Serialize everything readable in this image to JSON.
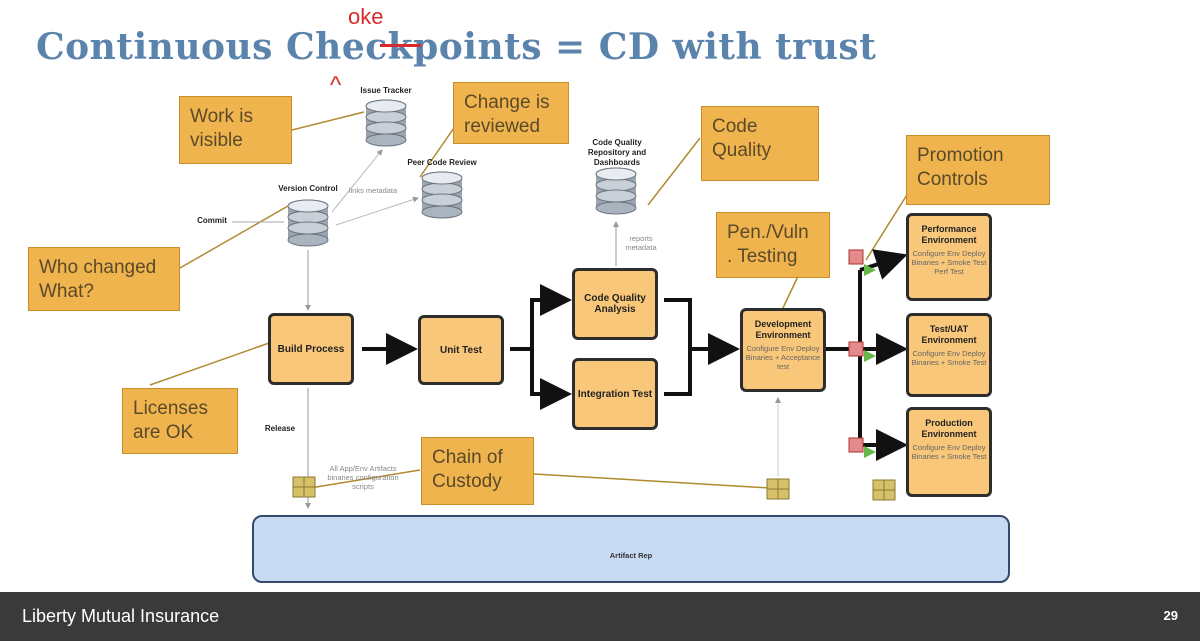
{
  "title": {
    "before": "Continuous Ch",
    "struck": "eck",
    "after": "points = CD with trust",
    "insert": "oke",
    "caret": "^"
  },
  "callouts": {
    "work_visible": "Work is visible",
    "change_reviewed": "Change is reviewed",
    "code_quality": "Code Quality",
    "who_changed": "Who changed What?",
    "licenses": "Licenses are OK",
    "pen_vuln": "Pen./Vuln . Testing",
    "promotion": "Promotion Controls",
    "chain": "Chain of Custody"
  },
  "repos": {
    "issue_tracker": "Issue Tracker",
    "peer_review": "Peer Code Review",
    "version_control": "Version Control",
    "code_quality_repo": "Code Quality Repository and Dashboards"
  },
  "flow_labels": {
    "commit": "Commit",
    "links": "links metadata",
    "reports": "reports metadata",
    "release": "Release",
    "binaries": "All App/Env Artifacts binaries configuration scripts"
  },
  "process": {
    "build": "Build Process",
    "unit": "Unit Test",
    "cqa": "Code Quality Analysis",
    "integration": "Integration Test"
  },
  "dev_env": {
    "title": "Development Environment",
    "lines": "Configure Env Deploy Binaries + Acceptance test"
  },
  "environments": [
    {
      "title": "Performance Environment",
      "lines": "Configure Env Deploy Binaries + Smoke Test Perf Test"
    },
    {
      "title": "Test/UAT Environment",
      "lines": "Configure Env Deploy Binaries + Smoke Test"
    },
    {
      "title": "Production Environment",
      "lines": "Configure Env Deploy Binaries + Smoke Test"
    }
  ],
  "artifact_repo": "Artifact Rep",
  "footer": {
    "brand": "Liberty Mutual Insurance",
    "page": "29"
  },
  "colors": {
    "title": "#5b84ad",
    "callout": "#f0b44e",
    "process": "#f8c779",
    "repo": "#c7dbf3",
    "annotation": "#d92b2b"
  }
}
